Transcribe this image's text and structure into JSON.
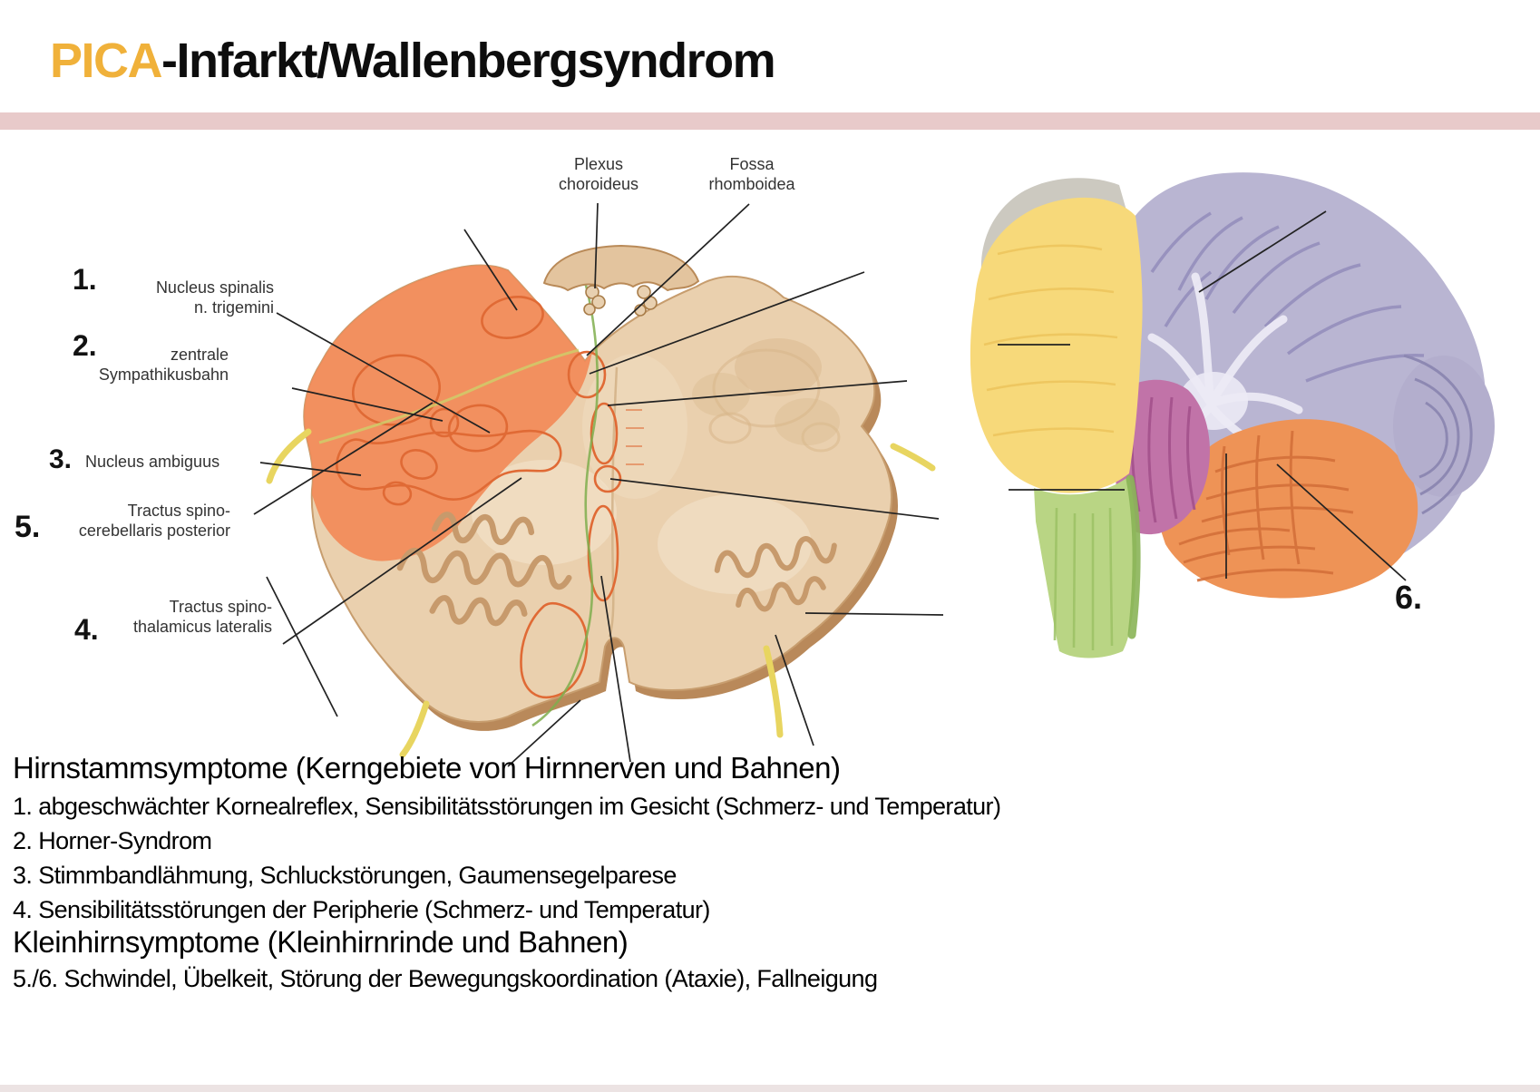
{
  "title": {
    "highlight": "PICA",
    "rest": "-Infarkt/Wallenbergsyndrom"
  },
  "medulla_figure": {
    "top_labels": [
      {
        "text": "Plexus\nchoroideus"
      },
      {
        "text": "Fossa\nrhomboidea"
      }
    ],
    "side_labels": [
      {
        "num": "1.",
        "text": "Nucleus spinalis\nn. trigemini"
      },
      {
        "num": "2.",
        "text": "zentrale\nSympathikusbahn"
      },
      {
        "num": "3.",
        "text": "Nucleus ambiguus"
      },
      {
        "num": "",
        "text": "Tractus spino-\ncerebellaris posterior"
      },
      {
        "num": "5.",
        "text": ""
      },
      {
        "num": "4.",
        "text": "Tractus spino-\nthalamicus lateralis"
      }
    ]
  },
  "cerebellum_figure": {
    "label": "6."
  },
  "symptoms": {
    "brainstem": {
      "heading": "Hirnstammsymptome (Kerngebiete von Hirnnerven und Bahnen)",
      "items": [
        "1. abgeschwächter Kornealreflex, Sensibilitätsstörungen im Gesicht (Schmerz- und Temperatur)",
        "2. Horner-Syndrom",
        "3. Stimmbandlähmung, Schluckstörungen, Gaumensegelparese",
        "4. Sensibilitätsstörungen der Peripherie (Schmerz- und Temperatur)"
      ]
    },
    "cerebellar": {
      "heading": "Kleinhirnsymptome (Kleinhirnrinde und Bahnen)",
      "items": [
        "5./6. Schwindel, Übelkeit, Störung der Bewegungskoordination (Ataxie), Fallneigung"
      ]
    }
  },
  "colors": {
    "title_highlight": "#f0b13a",
    "divider": "#e8caca",
    "bottom_strip": "#ece3e3",
    "medulla_body": "#ead0ae",
    "medulla_edge": "#c79d6e",
    "infarct": "#f28a58",
    "nucleus_outline": "#e06a35",
    "pons_yellow": "#f7d97a",
    "medulla_green": "#b9d584",
    "cortex_lavender": "#b9b5d2",
    "tonsil_magenta": "#c173a8",
    "inferior_lobe_orange": "#ee9356"
  }
}
